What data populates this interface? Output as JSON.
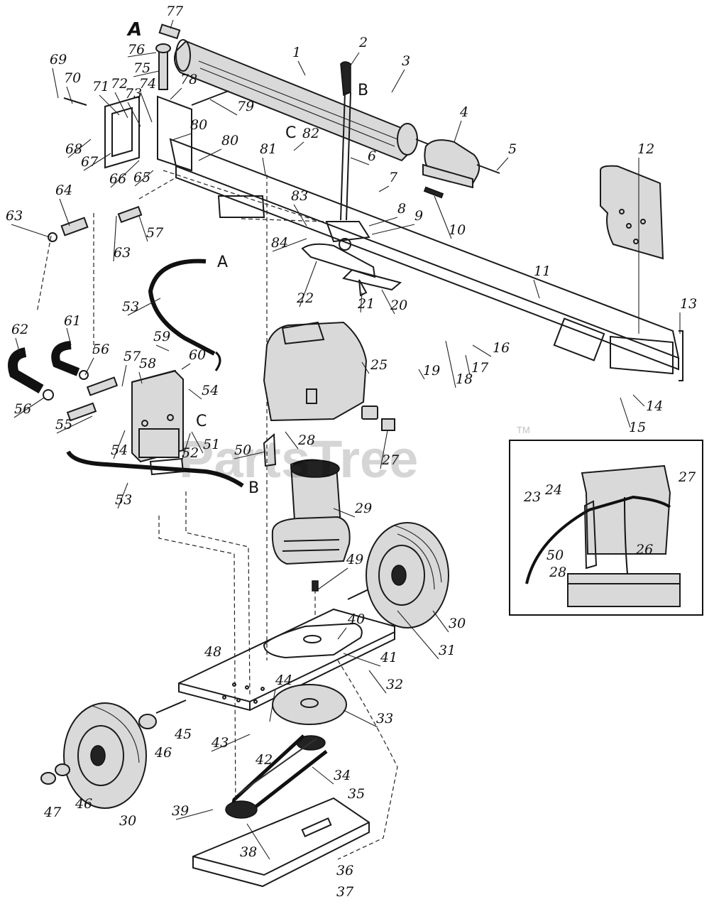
{
  "diagram": {
    "connector_labels": [
      "A",
      "B",
      "C",
      "A",
      "B",
      "C"
    ],
    "part_numbers": [
      "1",
      "2",
      "3",
      "4",
      "5",
      "6",
      "7",
      "8",
      "9",
      "10",
      "11",
      "12",
      "13",
      "14",
      "15",
      "16",
      "17",
      "18",
      "19",
      "20",
      "21",
      "22",
      "25",
      "27",
      "28",
      "29",
      "30",
      "31",
      "32",
      "33",
      "34",
      "35",
      "36",
      "37",
      "38",
      "39",
      "40",
      "41",
      "42",
      "43",
      "44",
      "45",
      "46",
      "47",
      "48",
      "49",
      "50",
      "51",
      "52",
      "53",
      "54",
      "55",
      "56",
      "57",
      "58",
      "59",
      "60",
      "61",
      "62",
      "63",
      "64",
      "65",
      "66",
      "67",
      "68",
      "69",
      "70",
      "71",
      "72",
      "73",
      "74",
      "75",
      "76",
      "77",
      "78",
      "79",
      "80",
      "81",
      "82",
      "83",
      "84"
    ],
    "inset_part_numbers": [
      "23",
      "24",
      "26",
      "27",
      "28",
      "50"
    ],
    "watermark": "PartsTree",
    "trademark": "TM"
  }
}
